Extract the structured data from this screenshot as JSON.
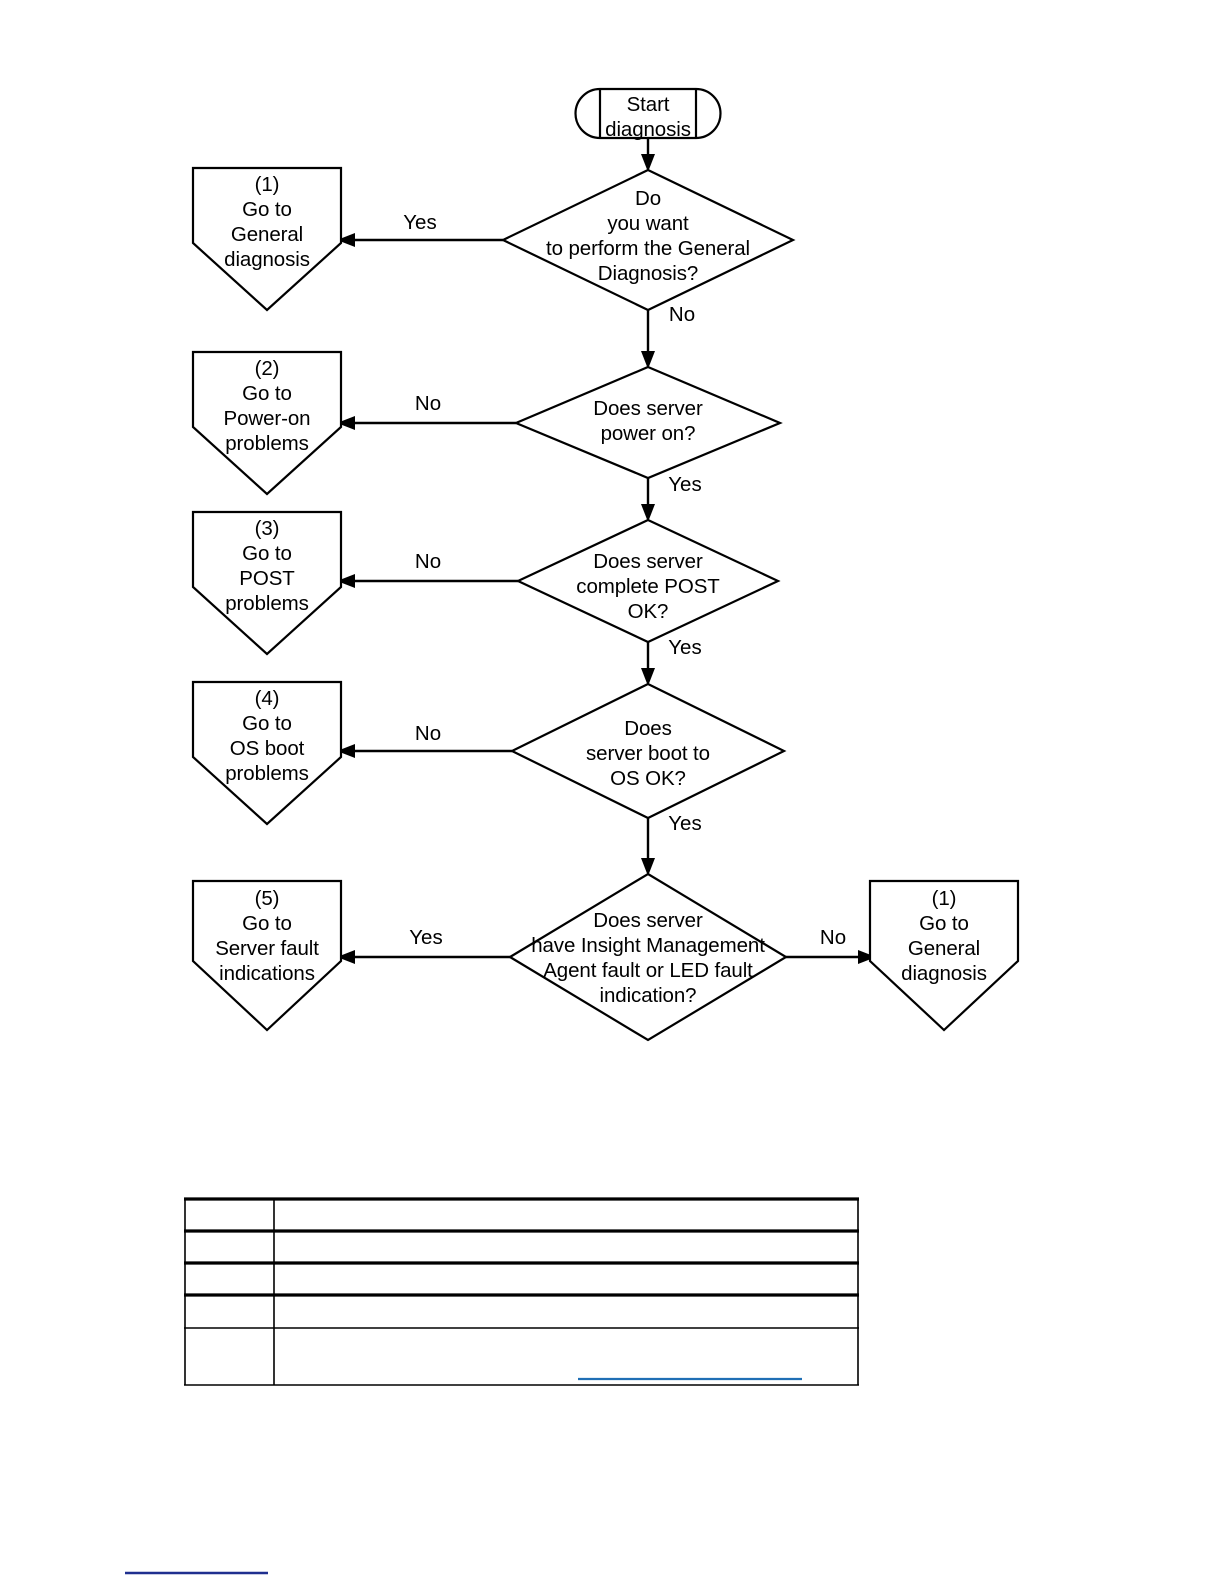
{
  "document": {
    "title": "Server troubleshooting diagnosis flowchart"
  },
  "flowchart": {
    "start": {
      "label": "Start\ndiagnosis",
      "shape": "terminator"
    },
    "decisions": [
      {
        "id": "general-diagnosis",
        "label": "Do\nyou want\nto perform the General\nDiagnosis?",
        "yes_label": "Yes",
        "no_label": "No"
      },
      {
        "id": "power-on",
        "label": "Does server\npower on?",
        "yes_label": "Yes",
        "no_label": "No"
      },
      {
        "id": "post-ok",
        "label": "Does server\ncomplete POST\nOK?",
        "yes_label": "Yes",
        "no_label": "No"
      },
      {
        "id": "os-boot",
        "label": "Does\nserver boot to\nOS OK?",
        "yes_label": "Yes",
        "no_label": "No"
      },
      {
        "id": "fault-indication",
        "label": "Does server\nhave Insight Management\nAgent fault or LED fault\nindication?",
        "yes_label": "Yes",
        "no_label": "No"
      }
    ],
    "targets": [
      {
        "id": "target-1-left",
        "number": "(1)",
        "label": "Go to\nGeneral\ndiagnosis"
      },
      {
        "id": "target-2",
        "number": "(2)",
        "label": "Go to\nPower-on\nproblems"
      },
      {
        "id": "target-3",
        "number": "(3)",
        "label": "Go to\nPOST\nproblems"
      },
      {
        "id": "target-4",
        "number": "(4)",
        "label": "Go to\nOS boot\nproblems"
      },
      {
        "id": "target-5",
        "number": "(5)",
        "label": "Go to\nServer fault\nindications"
      },
      {
        "id": "target-1-right",
        "number": "(1)",
        "label": "Go to\nGeneral\ndiagnosis"
      }
    ]
  },
  "table": {
    "rows": [
      {
        "col1": "",
        "col2": ""
      },
      {
        "col1": "",
        "col2": ""
      },
      {
        "col1": "",
        "col2": ""
      },
      {
        "col1": "",
        "col2": ""
      },
      {
        "col1": "",
        "col2": ""
      }
    ]
  },
  "colors": {
    "stroke": "#000000",
    "page_background": "#ffffff",
    "hyperlink": "#1f6fb5",
    "footnote_rule": "#1f2f8f"
  }
}
